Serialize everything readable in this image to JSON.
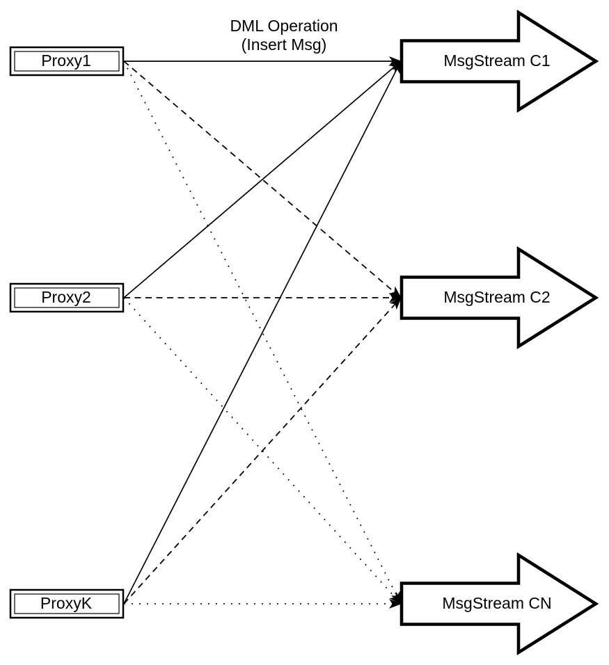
{
  "diagram": {
    "caption": {
      "line1": "DML Operation",
      "line2": "(Insert Msg)"
    },
    "proxies": [
      {
        "id": "proxy1",
        "label": "Proxy1"
      },
      {
        "id": "proxy2",
        "label": "Proxy2"
      },
      {
        "id": "proxyk",
        "label": "ProxyK"
      }
    ],
    "streams": [
      {
        "id": "c1",
        "label": "MsgStream C1"
      },
      {
        "id": "c2",
        "label": "MsgStream C2"
      },
      {
        "id": "cn",
        "label": "MsgStream CN"
      }
    ],
    "edges": [
      {
        "from": "proxy1",
        "to": "c1",
        "style": "solid"
      },
      {
        "from": "proxy2",
        "to": "c1",
        "style": "solid"
      },
      {
        "from": "proxyk",
        "to": "c1",
        "style": "solid"
      },
      {
        "from": "proxy1",
        "to": "c2",
        "style": "dashed"
      },
      {
        "from": "proxy2",
        "to": "c2",
        "style": "dashed"
      },
      {
        "from": "proxyk",
        "to": "c2",
        "style": "dashed"
      },
      {
        "from": "proxy1",
        "to": "cn",
        "style": "dotted"
      },
      {
        "from": "proxy2",
        "to": "cn",
        "style": "dotted"
      },
      {
        "from": "proxyk",
        "to": "cn",
        "style": "dotted"
      }
    ],
    "colors": {
      "stroke": "#000000",
      "background": "#ffffff"
    }
  }
}
